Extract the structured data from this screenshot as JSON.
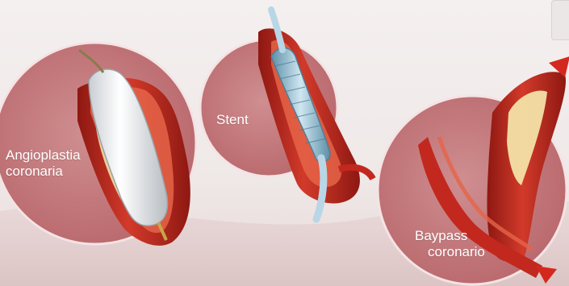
{
  "procedures": [
    {
      "id": "angioplasty",
      "label_lines": [
        "Angioplastia",
        "coronaria"
      ]
    },
    {
      "id": "stent",
      "label_lines": [
        "Stent"
      ]
    },
    {
      "id": "bypass",
      "label_lines": [
        "Baypass",
        "coronario"
      ]
    }
  ],
  "colors": {
    "circle_fill": "#c97f82",
    "circle_ring": "#f3dfe0",
    "artery_red": "#c2281e",
    "artery_dark": "#8e1812",
    "artery_inner": "#e56448",
    "plaque": "#f2e2a6",
    "balloon": "#e9ecef",
    "stent_blue": "#7fb6d1",
    "catheter": "#b9d6e6",
    "guide_wire": "#8a7b4c",
    "label_text": "#ffffff"
  }
}
